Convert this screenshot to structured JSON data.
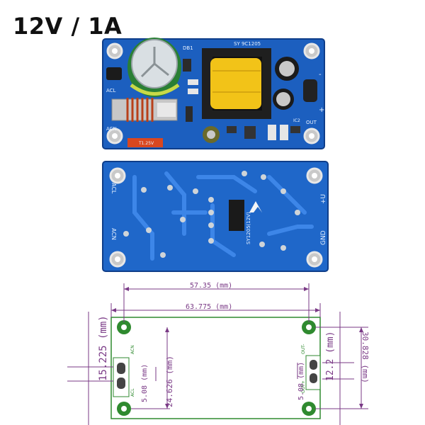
{
  "title": "12V / 1A",
  "top_board": {
    "silk_labels": [
      "DB1",
      "SY 9C1205",
      "ACN",
      "ACL",
      "OUT",
      "+",
      "-",
      "IC2",
      "T1.25V"
    ]
  },
  "bottom_board": {
    "silk_labels": [
      "ACL",
      "ACN",
      "+U",
      "GND",
      "SY1205(12V)"
    ]
  },
  "drawing": {
    "dim_57": "57.35  (mm)",
    "dim_63": "63.775  (mm)",
    "dim_15": "15.225  (mm)",
    "dim_24": "24.626  (mm)",
    "dim_508_left": "5.08  (mm)",
    "dim_508_right": "5.08  (mm)",
    "dim_122": "12.2  (mm)",
    "dim_308": "30.828  (mm)",
    "label_acn": "ACN",
    "label_acl": "ACL",
    "label_out_minus": "OUT-",
    "label_out_plus": "OUT+"
  },
  "colors": {
    "pcb_blue": "#1c5fbf",
    "pcb_dark": "#0f3e8a",
    "dimension": "#7a3a86",
    "green_pad": "#2f8a2f"
  }
}
